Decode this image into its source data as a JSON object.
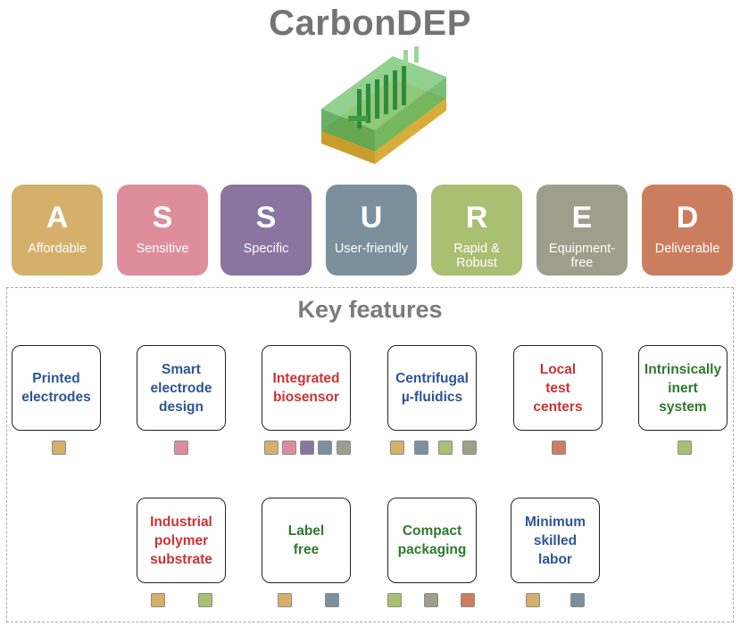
{
  "title": "CarbonDEP",
  "colors": {
    "A": "#d4b06a",
    "S1": "#de8e9a",
    "S2": "#8a74a0",
    "U": "#7b909c",
    "R": "#a9bf72",
    "E": "#9e9e8c",
    "D": "#cb7e5f"
  },
  "acronym": [
    {
      "letter": "A",
      "word": "Affordable"
    },
    {
      "letter": "S",
      "word": "Sensitive"
    },
    {
      "letter": "S",
      "word": "Specific"
    },
    {
      "letter": "U",
      "word": "User-friendly"
    },
    {
      "letter": "R",
      "word": "Rapid &\nRobust"
    },
    {
      "letter": "E",
      "word": "Equipment-\nfree"
    },
    {
      "letter": "D",
      "word": "Deliverable"
    }
  ],
  "key_features_title": "Key features",
  "features": [
    {
      "label": "Printed\nelectrodes",
      "color": "blue",
      "swatches": [
        "A"
      ]
    },
    {
      "label": "Smart\nelectrode\ndesign",
      "color": "blue",
      "swatches": [
        "S1"
      ]
    },
    {
      "label": "Integrated\nbiosensor",
      "color": "red",
      "swatches": [
        "A",
        "S1",
        "S2",
        "U",
        "E"
      ]
    },
    {
      "label": "Centrifugal\nµ-fluidics",
      "color": "blue",
      "swatches": [
        "A",
        "U",
        "R",
        "E"
      ]
    },
    {
      "label": "Local\ntest\ncenters",
      "color": "red",
      "swatches": [
        "D"
      ]
    },
    {
      "label": "Intrinsically\ninert\nsystem",
      "color": "green",
      "swatches": [
        "R"
      ]
    },
    {
      "label": "Industrial\npolymer\nsubstrate",
      "color": "red",
      "swatches": [
        "A",
        "R"
      ]
    },
    {
      "label": "Label\nfree",
      "color": "green",
      "swatches": [
        "A",
        "U"
      ]
    },
    {
      "label": "Compact\npackaging",
      "color": "green",
      "swatches": [
        "R",
        "E",
        "D"
      ]
    },
    {
      "label": "Minimum\nskilled\nlabor",
      "color": "blue",
      "swatches": [
        "A",
        "U"
      ]
    }
  ]
}
